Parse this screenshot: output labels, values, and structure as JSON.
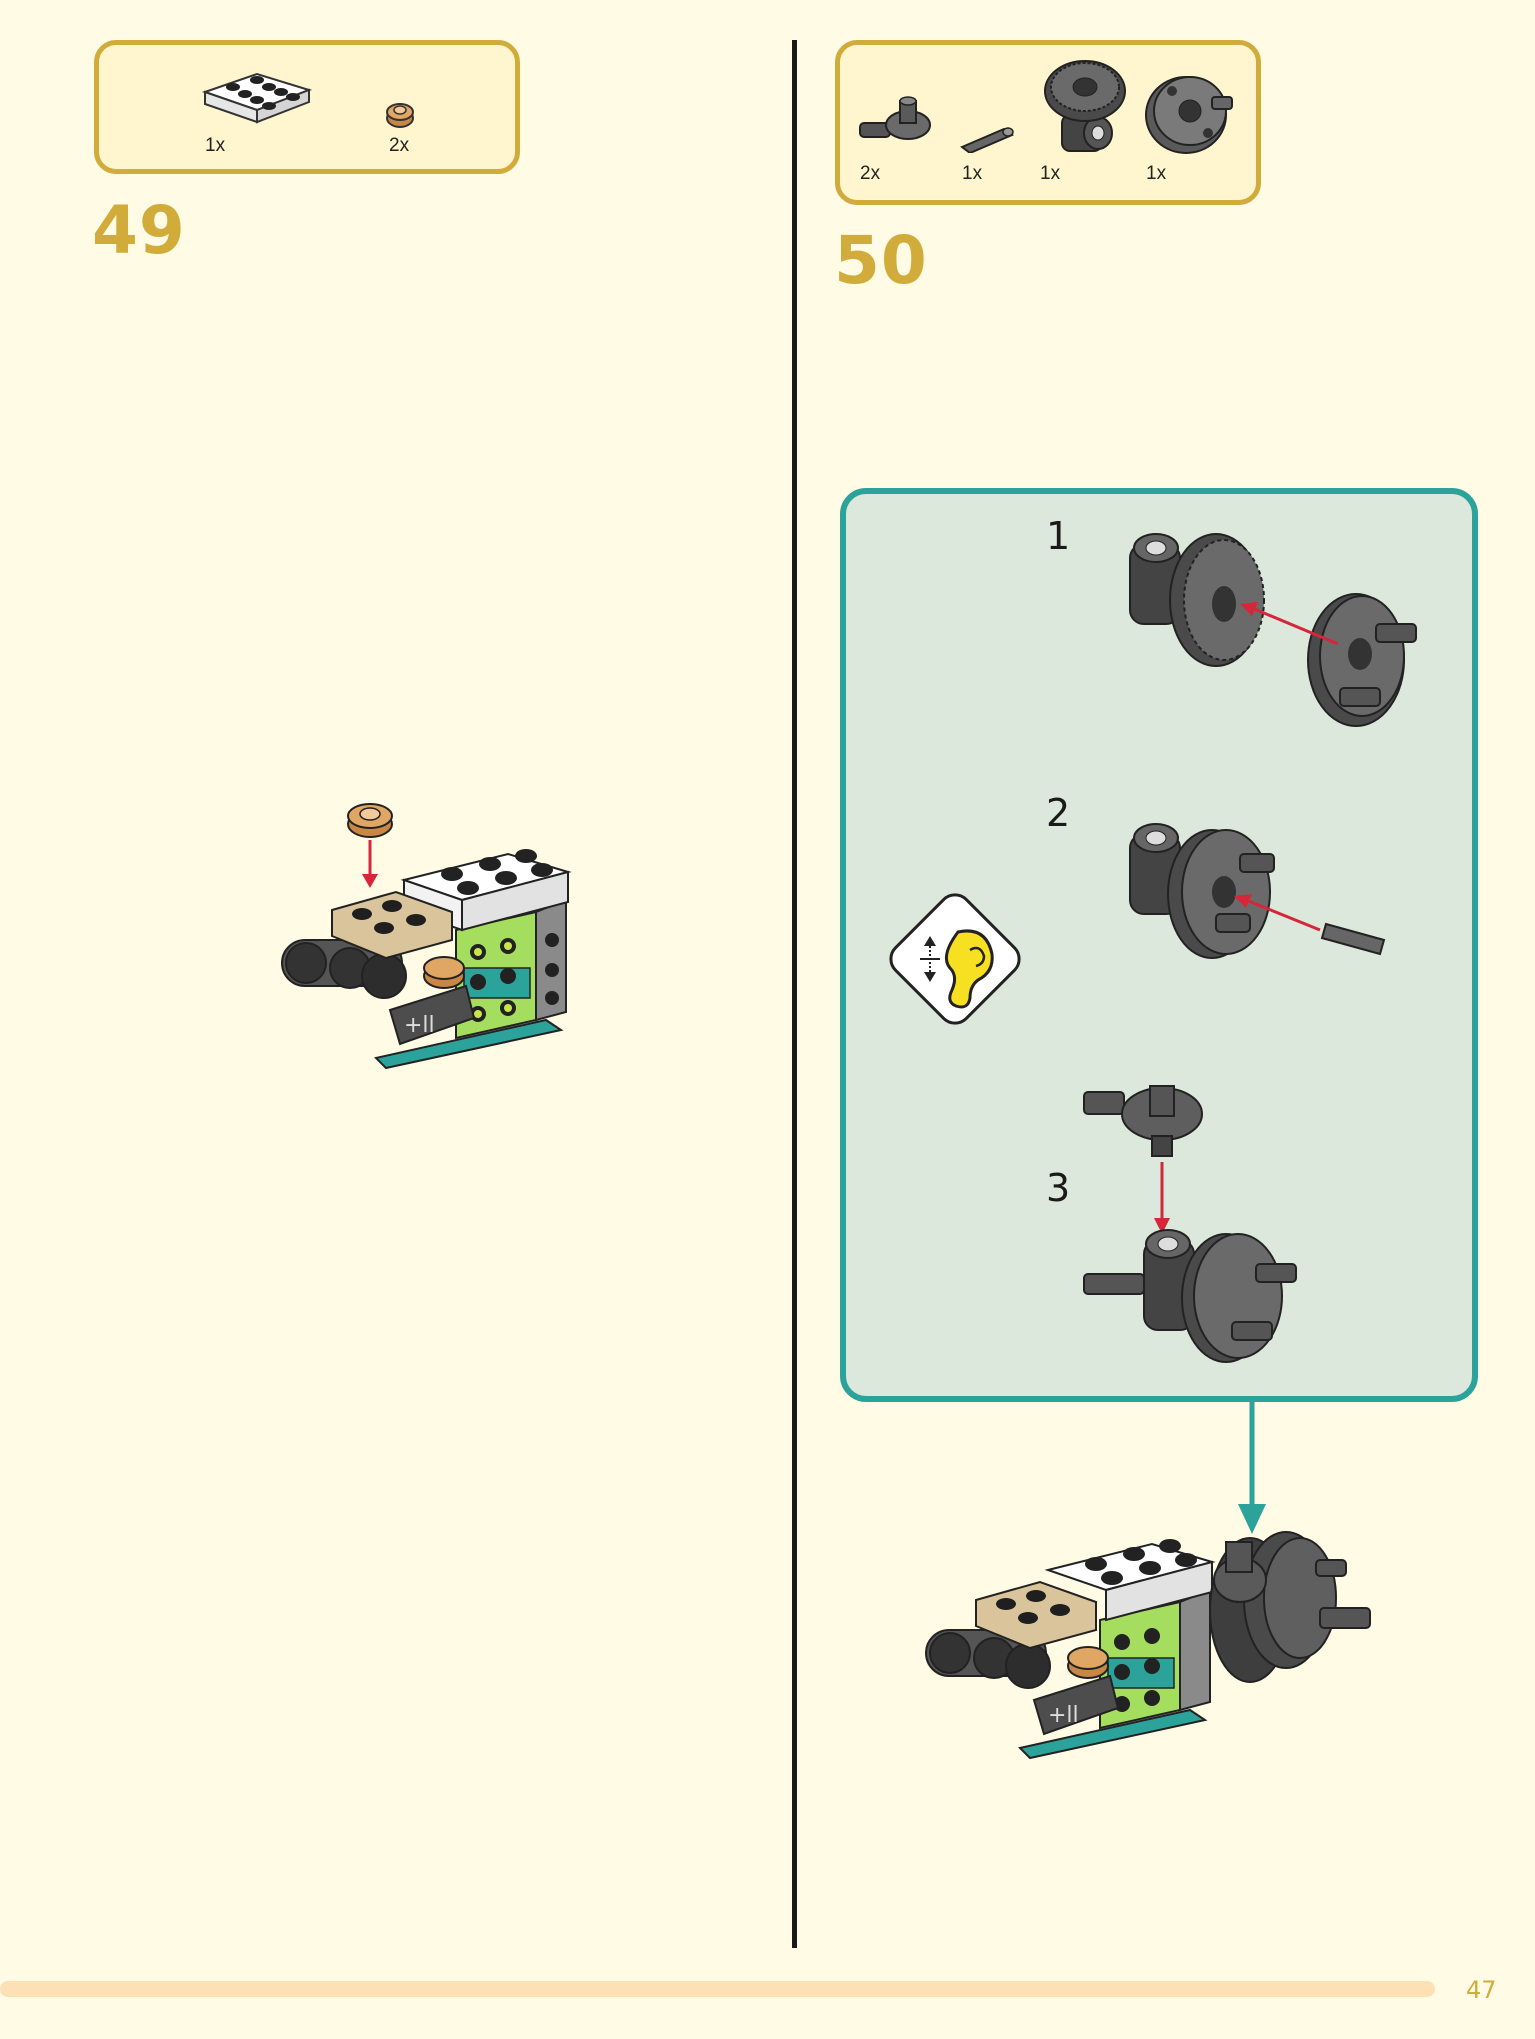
{
  "step49": {
    "number": "49",
    "parts": [
      {
        "qty": "1x",
        "icon": "white-2x4-plate-icon"
      },
      {
        "qty": "2x",
        "icon": "tan-round-plate-icon"
      }
    ]
  },
  "step50": {
    "number": "50",
    "parts": [
      {
        "qty": "2x",
        "icon": "axle-connector-icon"
      },
      {
        "qty": "1x",
        "icon": "short-axle-icon"
      },
      {
        "qty": "1x",
        "icon": "gear-wheel-hub-icon"
      },
      {
        "qty": "1x",
        "icon": "round-disc-plate-icon"
      }
    ],
    "substeps": [
      {
        "number": "1"
      },
      {
        "number": "2",
        "icon": "listen-for-click-icon"
      },
      {
        "number": "3"
      }
    ]
  },
  "colors": {
    "accent": "#d2ac3a",
    "page_background": "#fffbe5",
    "subassembly_border": "#2ba39b",
    "subassembly_fill": "#dce8dc",
    "arrow": "#d6263a",
    "footer_bar": "#fde1b5"
  },
  "footer": {
    "page_number": "47"
  }
}
